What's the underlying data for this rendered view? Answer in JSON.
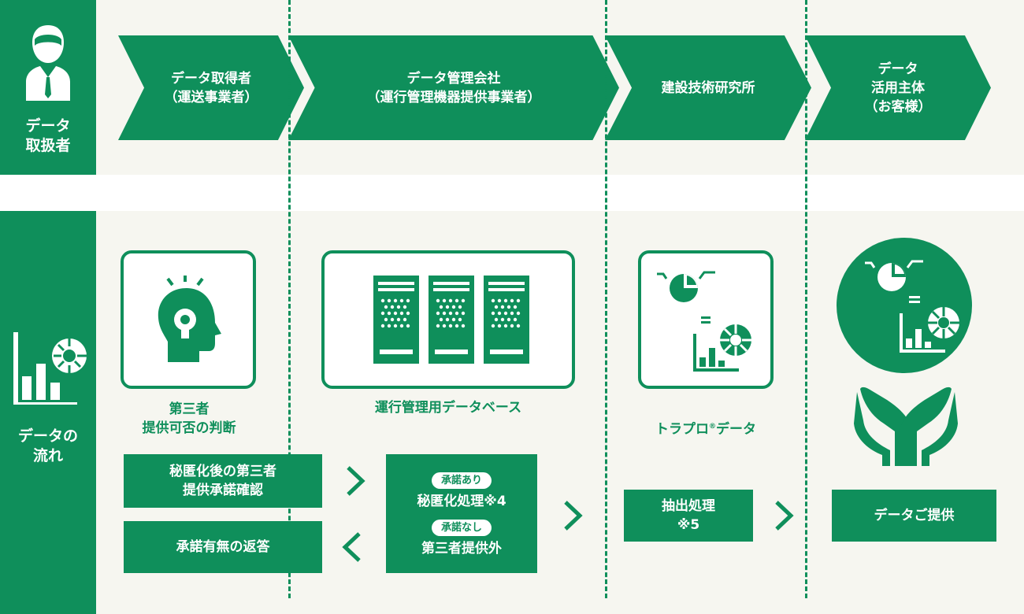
{
  "rows": {
    "handlers_label": "データ\n取扱者",
    "flow_label": "データの\n流れ"
  },
  "actors": [
    {
      "label": "データ取得者\n（運送事業者）"
    },
    {
      "label": "データ管理会社\n（運行管理機器提供事業者）"
    },
    {
      "label": "建設技術研究所"
    },
    {
      "label": "データ\n活用主体\n（お客様）"
    }
  ],
  "icons": {
    "judgment_caption": "第三者\n提供可否の判断",
    "database_caption": "運行管理用データベース",
    "trapro_caption_main": "トラプロ",
    "trapro_caption_mark": "®",
    "trapro_caption_tail": "データ"
  },
  "flow": {
    "consent_check": "秘匿化後の第三者\n提供承諾確認",
    "consent_reply": "承諾有無の返答",
    "consent_yes_badge": "承諾あり",
    "consent_yes_text": "秘匿化処理※4",
    "consent_no_badge": "承諾なし",
    "consent_no_text": "第三者提供外",
    "extraction": "抽出処理\n※5",
    "delivery": "データご提供"
  },
  "colors": {
    "brand_green": "#0f8f5b",
    "panel_bg": "#f6f6f0"
  }
}
